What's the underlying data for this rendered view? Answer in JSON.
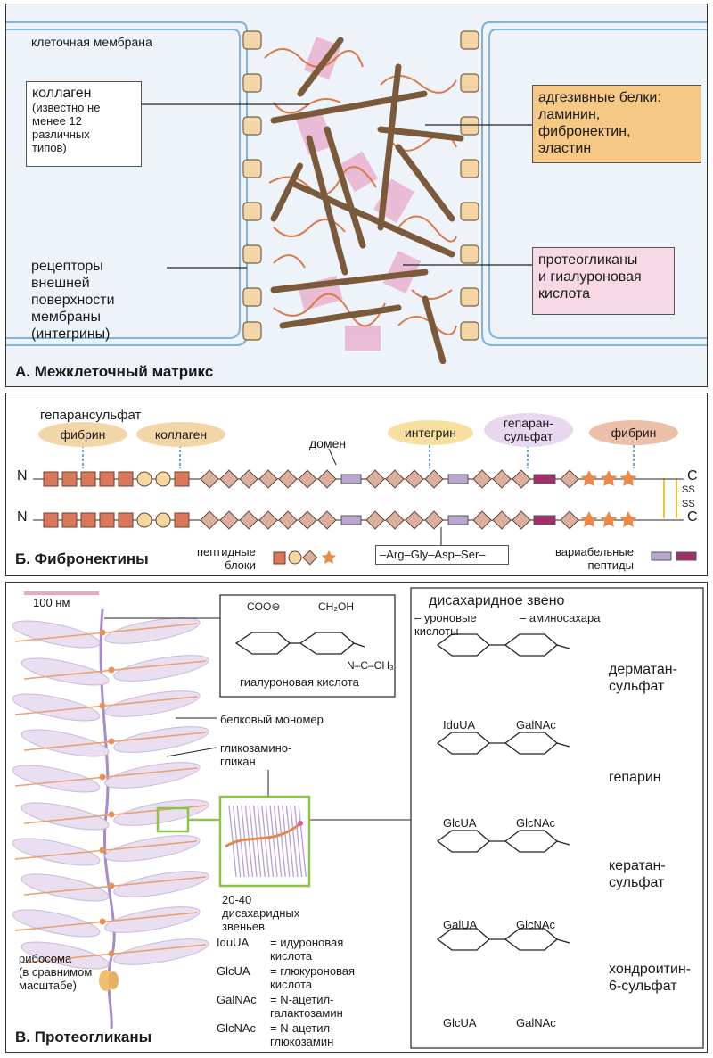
{
  "panel_a": {
    "membrane": "клеточная мембрана",
    "collagen": "коллаген",
    "collagen_note": "(известно не\nменее 12\nразличных\nтипов)",
    "adhesive": "адгезивные белки:\nламинин,\nфибронектин,\nэластин",
    "receptors": "рецепторы\nвнешней\nповерхности\nмембраны\n(интегрины)",
    "proteoglycans": "протеогликаны\nи гиалуроновая\nкислота",
    "title": "А. Межклеточный матрикс",
    "colors": {
      "adhesive_box": "#f6c886",
      "proteoglycan_box": "#f7d9e6",
      "fiber": "#8a6a4a",
      "squiggle": "#d97a4a"
    }
  },
  "panel_b": {
    "heparansulfate_left": "гепарансульфат",
    "fibrin_left": "фибрин",
    "collagen": "коллаген",
    "domain": "домен",
    "integrin": "интегрин",
    "heparan_right": "гепаран-\nсульфат",
    "fibrin_right": "фибрин",
    "n1": "N",
    "n2": "N",
    "c1": "C",
    "c2": "C",
    "ss1": "SS",
    "ss2": "SS",
    "sequence": "–Arg–Gly–Asp–Ser–",
    "peptide_blocks": "пептидные\nблоки",
    "variable": "вариабельные\nпептиды",
    "title": "Б. Фибронектины",
    "colors": {
      "square": "#d9785a",
      "circle": "#f3d9a0",
      "diamond": "#d9b0a0",
      "star": "#e88a4a"
    }
  },
  "panel_c": {
    "scale": "100 нм",
    "hyaluronic": "гиалуроновая кислота",
    "protein_monomer": "белковый мономер",
    "gag": "гликозамино-\nгликан",
    "disaccharide_count": "20-40\nдисахаридных\nзвеньев",
    "ribosome": "рибосома\n(в сравнимом\nмасштабе)",
    "legend": [
      {
        "abbr": "IduUA",
        "desc": "= идуроновая\n   кислота"
      },
      {
        "abbr": "GlcUA",
        "desc": "= глюкуроновая\n   кислота"
      },
      {
        "abbr": "GalNAc",
        "desc": "= N-ацетил-\n   галактозамин"
      },
      {
        "abbr": "GlcNAc",
        "desc": "= N-ацетил-\n   глюкозамин"
      }
    ],
    "disaccharide_title": "дисахаридное звено",
    "uronic": "– уроновые\n   кислоты",
    "aminosugar": "– аминосахара",
    "rows": [
      {
        "name": "дерматан-\nсульфат",
        "left": "IduUA",
        "right": "GalNAc"
      },
      {
        "name": "гепарин",
        "left": "GlcUA",
        "right": "GlcNAc"
      },
      {
        "name": "кератан-\nсульфат",
        "left": "GalUA",
        "right": "GlcNAc"
      },
      {
        "name": "хондроитин-\n6-сульфат",
        "left": "GlcUA",
        "right": "GalNAc"
      }
    ],
    "title": "В. Протеогликаны"
  }
}
